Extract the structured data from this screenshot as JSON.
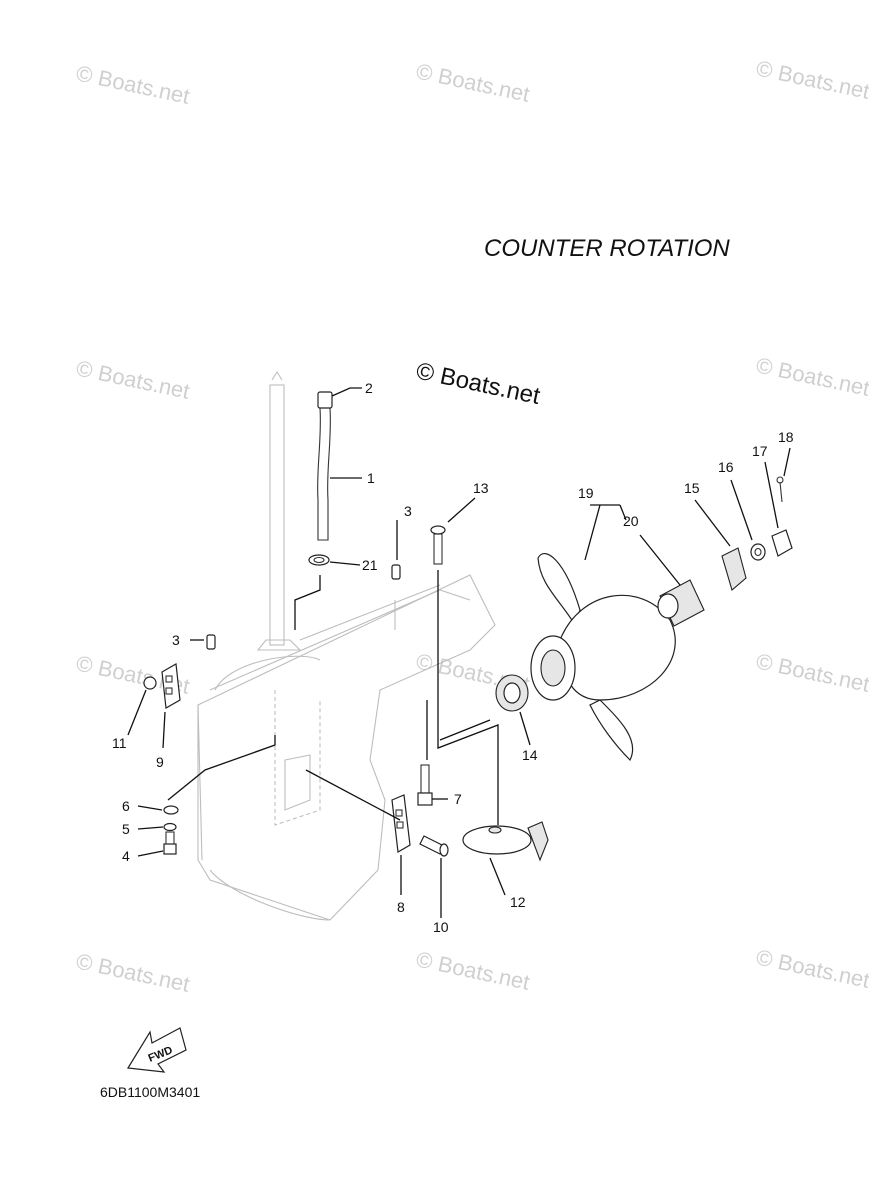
{
  "diagram": {
    "title": "COUNTER  ROTATION",
    "diagram_code": "6DB1100M3401",
    "fwd_label": "FWD",
    "watermark_text": "© Boats.net",
    "callouts": [
      "1",
      "2",
      "3",
      "3",
      "4",
      "5",
      "6",
      "7",
      "8",
      "9",
      "10",
      "11",
      "12",
      "13",
      "14",
      "15",
      "16",
      "17",
      "18",
      "19",
      "20",
      "21"
    ]
  }
}
